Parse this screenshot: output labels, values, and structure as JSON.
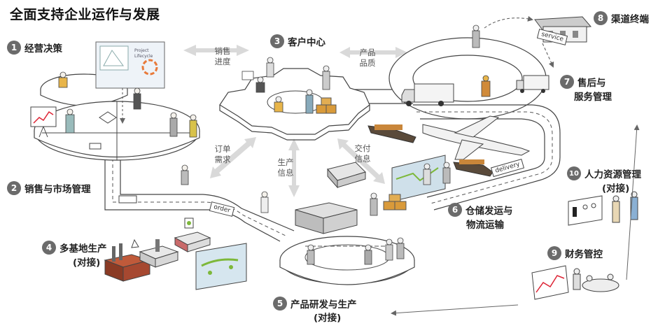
{
  "title": "全面支持企业运作与发展",
  "modules": [
    {
      "num": "1",
      "line1": "经营决策",
      "line2": ""
    },
    {
      "num": "2",
      "line1": "销售与市场管理",
      "line2": ""
    },
    {
      "num": "3",
      "line1": "客户中心",
      "line2": ""
    },
    {
      "num": "4",
      "line1": "多基地生产",
      "line2": "(对接)"
    },
    {
      "num": "5",
      "line1": "产品研发与生产",
      "line2": "(对接)"
    },
    {
      "num": "6",
      "line1": "仓储发运与",
      "line2": "物流运输"
    },
    {
      "num": "7",
      "line1": "售后与",
      "line2": "服务管理"
    },
    {
      "num": "8",
      "line1": "渠道终端",
      "line2": ""
    },
    {
      "num": "9",
      "line1": "财务管控",
      "line2": ""
    },
    {
      "num": "10",
      "line1": "人力资源管理",
      "line2": "(对接)"
    }
  ],
  "flows": {
    "sales_progress": [
      "销售",
      "进度"
    ],
    "product_quality": [
      "产品",
      "品质"
    ],
    "order_demand": [
      "订单",
      "需求"
    ],
    "production_info": [
      "生产",
      "信息"
    ],
    "delivery_info": [
      "交付",
      "信息"
    ]
  },
  "tags": {
    "order": "order",
    "delivery": "delivery",
    "service": "service",
    "panel": "Project Lifecycle"
  },
  "colors": {
    "badge": "#6b6b6b",
    "road": "#ffffff",
    "road_edge": "#444444",
    "arrow_gray": "#d9d9d9",
    "factory_red": "#b44a2a",
    "board_green": "#7db83a",
    "box_orange": "#d99a3a",
    "accent_blue": "#6fa8d6"
  }
}
